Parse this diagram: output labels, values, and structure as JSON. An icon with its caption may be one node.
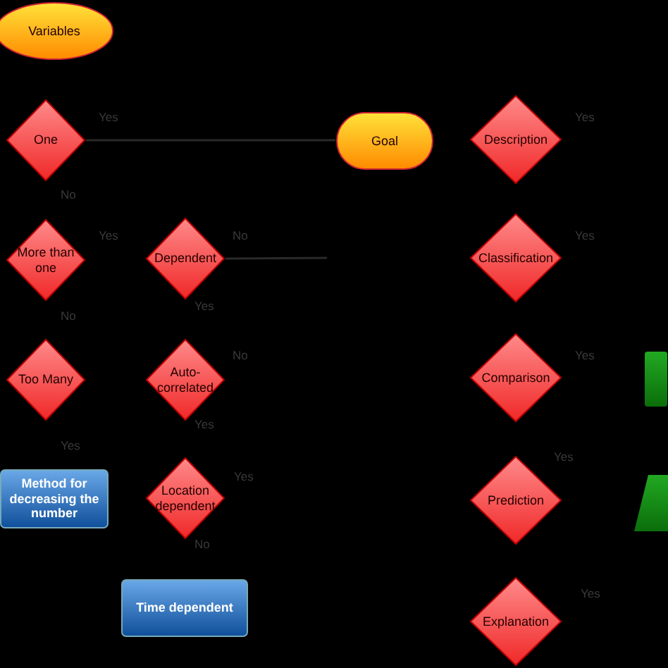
{
  "diagram": {
    "nodes": [
      {
        "text": [
          "Variables"
        ]
      },
      {
        "text": [
          "One"
        ]
      },
      {
        "text": [
          "More than one"
        ]
      },
      {
        "text": [
          "Dependent"
        ]
      },
      {
        "text": [
          "Too Many"
        ]
      },
      {
        "text": [
          "Auto-correlated"
        ]
      },
      {
        "text": [
          "Method for decreasing the number"
        ]
      },
      {
        "text": [
          "Location dependent"
        ]
      },
      {
        "text": [
          "Time dependent"
        ]
      },
      {
        "text": [
          "Goal"
        ]
      },
      {
        "text": [
          "Description"
        ]
      },
      {
        "text": [
          "Classification"
        ]
      },
      {
        "text": [
          "Comparison"
        ]
      },
      {
        "text": [
          "Prediction"
        ]
      },
      {
        "text": [
          "Explanation"
        ]
      },
      {
        "text": [],
        "shape": "box"
      },
      {
        "text": [],
        "shape": "trapezoid"
      }
    ],
    "edges": [
      {
        "from": 1,
        "to": 9,
        "arrow": "none"
      },
      {
        "from": 3,
        "to": null,
        "arrow": "none"
      }
    ],
    "labels": [
      "Yes",
      "Yes",
      "No",
      "Yes",
      "No",
      "Yes",
      "Yes",
      "No",
      "No",
      "Yes",
      "Yes",
      "Yes",
      "Yes",
      "Yes",
      "No",
      "Yes"
    ]
  }
}
